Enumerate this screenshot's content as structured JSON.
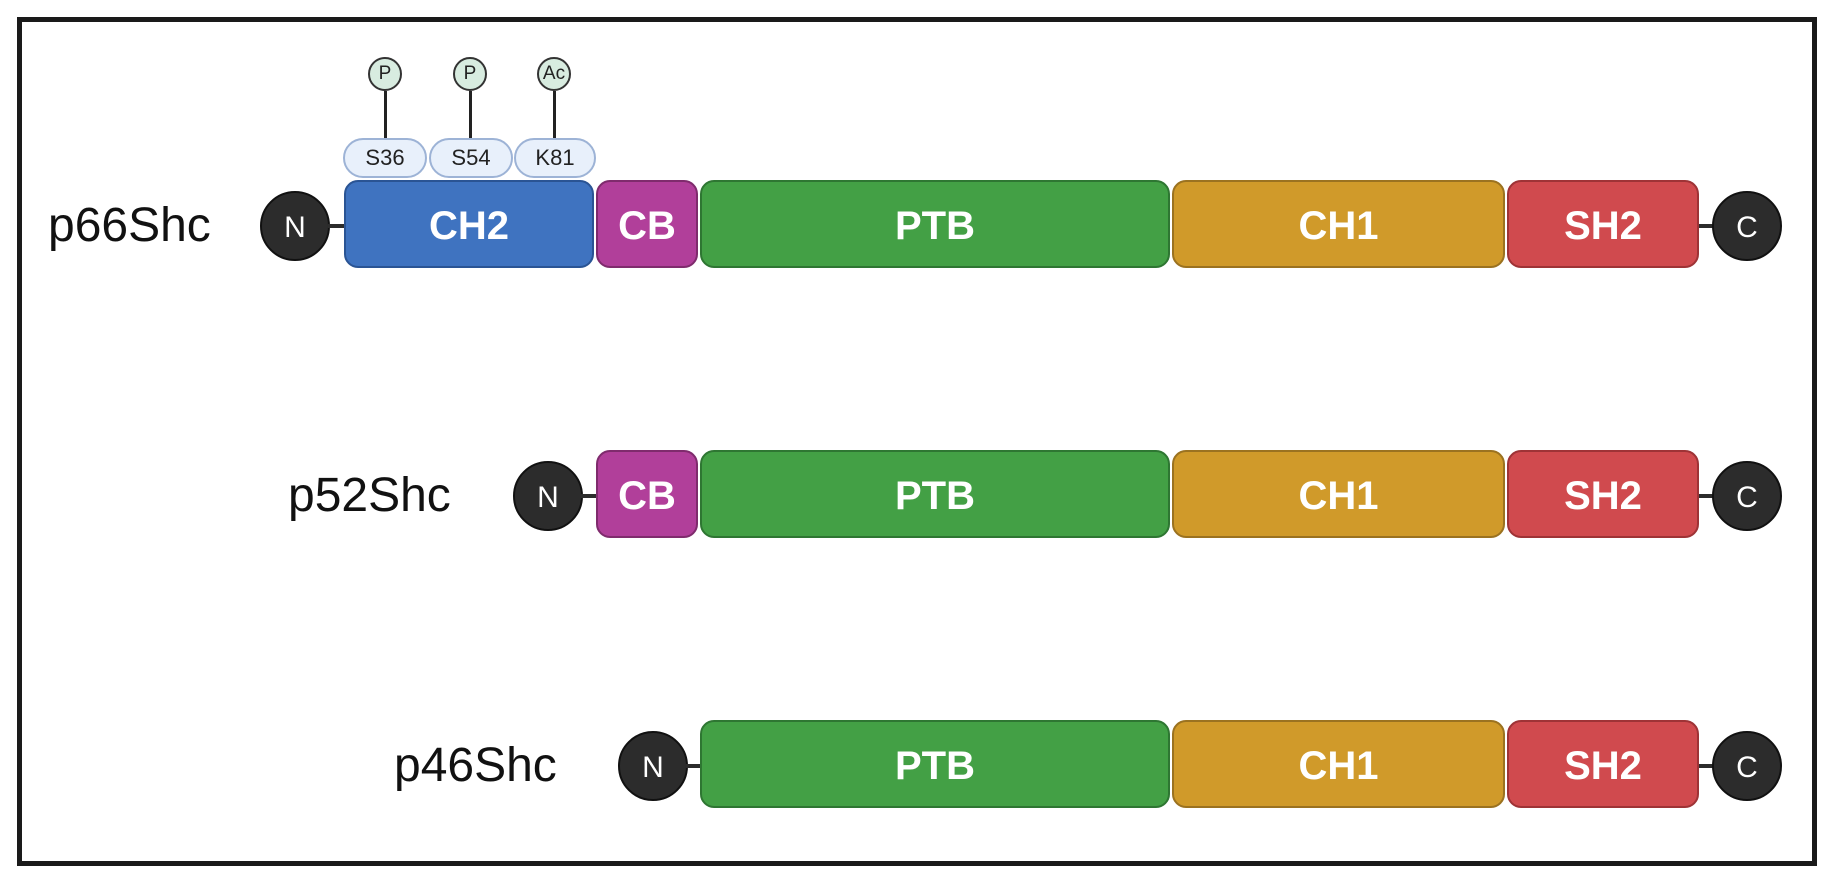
{
  "proteins": [
    {
      "name": "p66Shc",
      "n_terminus": "N",
      "c_terminus": "C",
      "domains": [
        "CH2",
        "CB",
        "PTB",
        "CH1",
        "SH2"
      ],
      "modifications": [
        {
          "site": "S36",
          "mark": "P"
        },
        {
          "site": "S54",
          "mark": "P"
        },
        {
          "site": "K81",
          "mark": "Ac"
        }
      ]
    },
    {
      "name": "p52Shc",
      "n_terminus": "N",
      "c_terminus": "C",
      "domains": [
        "CB",
        "PTB",
        "CH1",
        "SH2"
      ]
    },
    {
      "name": "p46Shc",
      "n_terminus": "N",
      "c_terminus": "C",
      "domains": [
        "PTB",
        "CH1",
        "SH2"
      ]
    }
  ],
  "colors": {
    "CH2": "#3f73c0",
    "CB": "#b13f9a",
    "PTB": "#43a045",
    "CH1": "#d09a2a",
    "SH2": "#d04a4e",
    "terminus": "#2c2c2c"
  }
}
